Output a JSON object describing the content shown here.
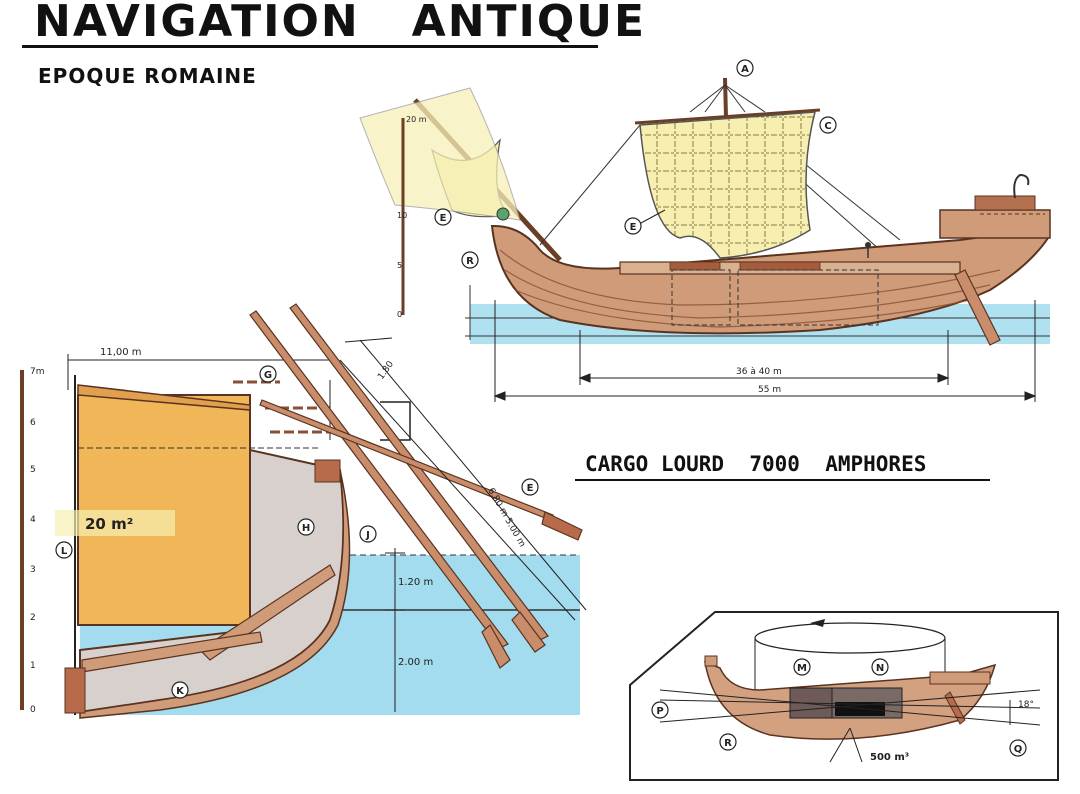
{
  "header": {
    "title": "NAVIGATION   ANTIQUE",
    "subtitle": "EPOQUE ROMAINE"
  },
  "caption": "CARGO LOURD  7000  AMPHORES",
  "labels": {
    "A": "A",
    "C": "C",
    "E": "E",
    "G": "G",
    "H": "H",
    "J": "J",
    "K": "K",
    "L": "L",
    "M": "M",
    "N": "N",
    "P": "P",
    "Q": "Q",
    "R": "R"
  },
  "dimensions": {
    "length_overall": "55 m",
    "length_keel": "36 à 40 m",
    "width_hull": "11,00 m",
    "sail_area": "20 m²",
    "oar_long": "6.80 m",
    "oar_short": "5.00 m",
    "oar_blade": "1.80",
    "draft_upper": "1.20 m",
    "draft_lower": "2.00 m",
    "volume": "500 m³",
    "angle": "18°"
  },
  "mast_scale": [
    "20 m",
    "10",
    "5",
    "0"
  ],
  "hull_scale": [
    "7m",
    "6",
    "5",
    "4",
    "3",
    "2",
    "1",
    "0"
  ],
  "colors": {
    "sea": "#9fdcec",
    "hull": "#c98d6b",
    "hull_dark": "#8a4f35",
    "sail": "#f6efb0",
    "cargo": "#f0b658",
    "ink": "#1a1a1a"
  }
}
